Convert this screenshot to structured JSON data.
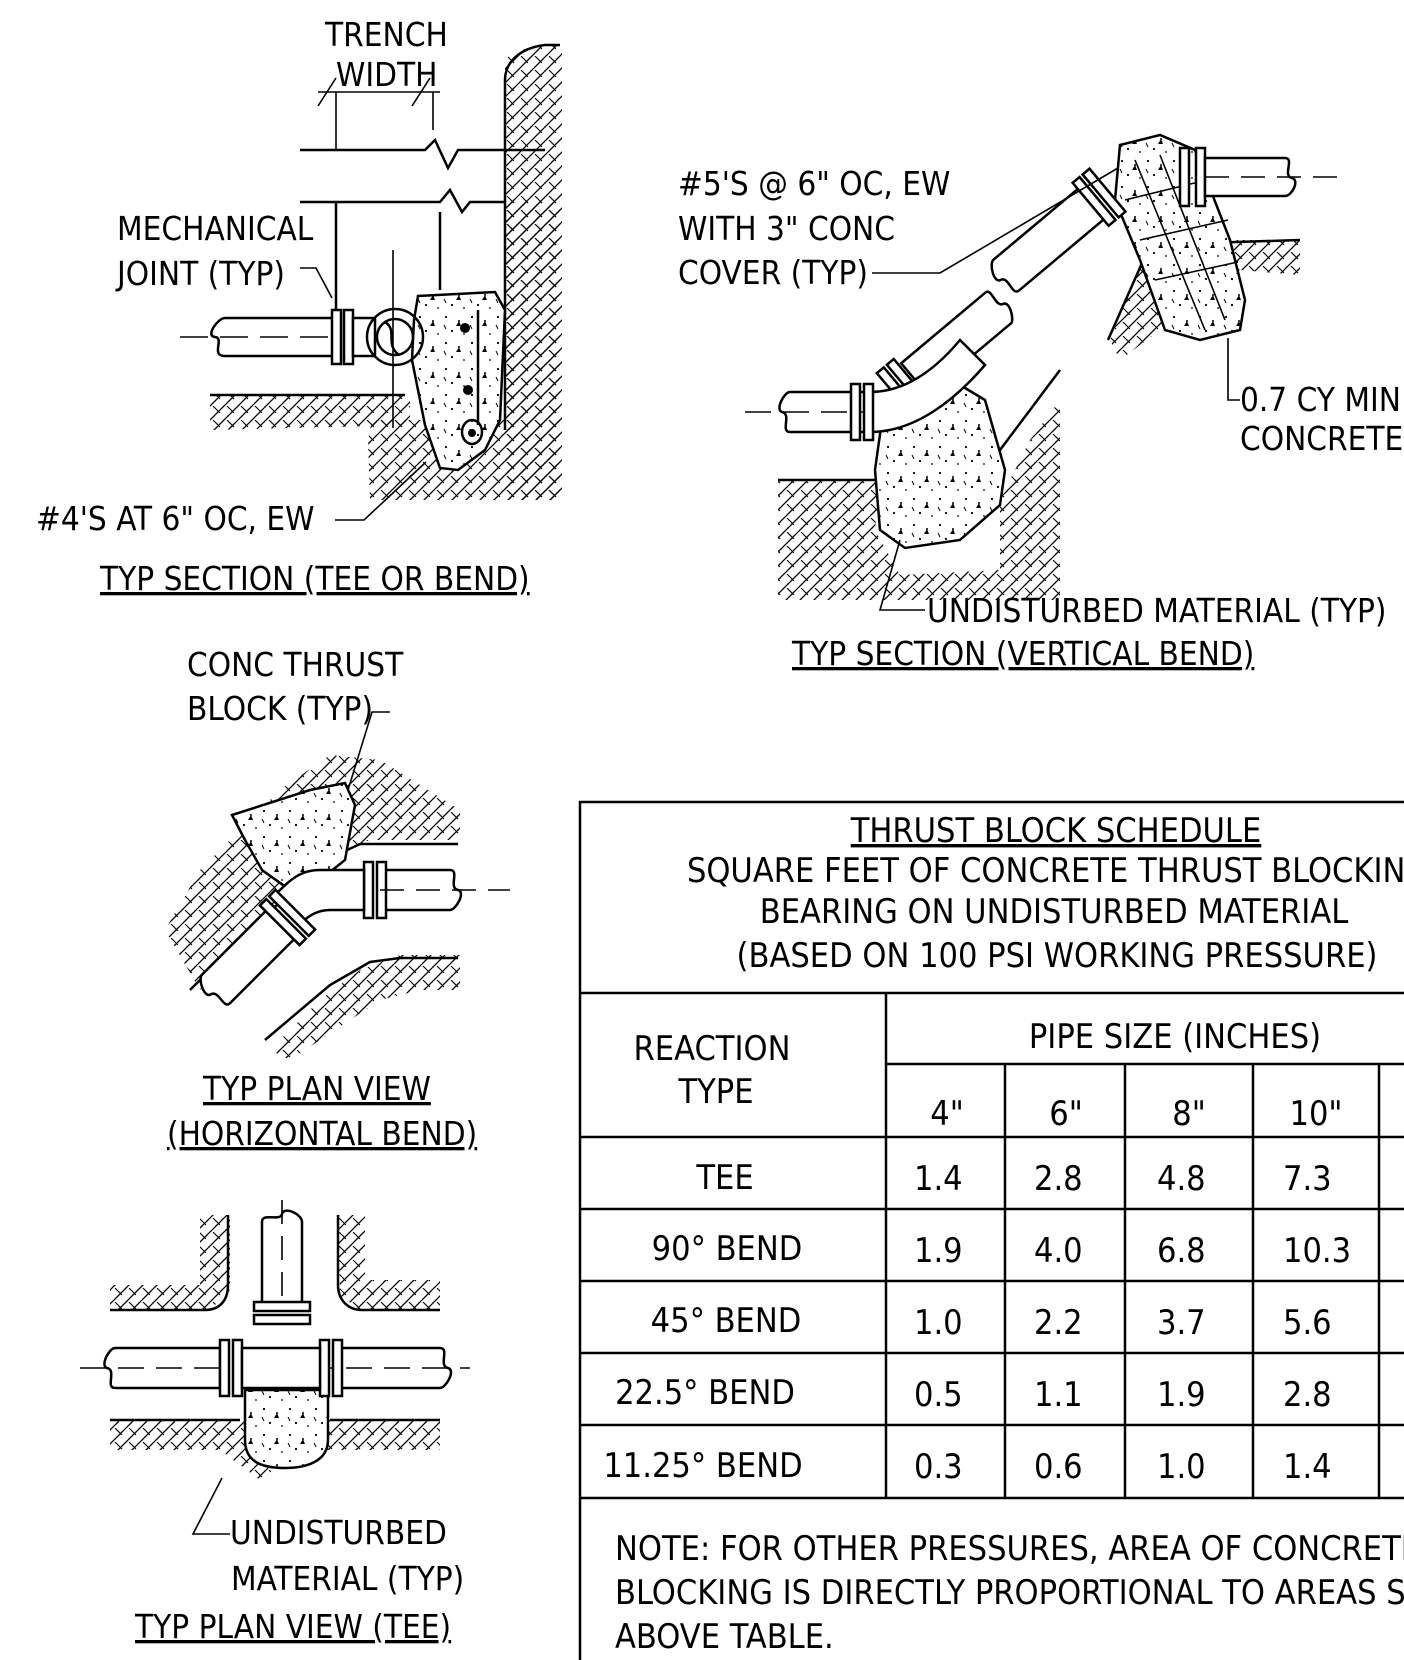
{
  "section_tee_bend": {
    "trench_width": [
      "TRENCH",
      "WIDTH"
    ],
    "mechanical_joint": [
      "MECHANICAL",
      "JOINT (TYP)"
    ],
    "rebar_note": "#4'S AT 6\" OC, EW",
    "title": "TYP SECTION (TEE OR BEND)"
  },
  "section_vertical_bend": {
    "rebar_note": [
      "#5'S @ 6\" OC, EW",
      "WITH 3\" CONC",
      "COVER (TYP)"
    ],
    "concrete_note": [
      "0.7 CY MIN",
      "CONCRETE"
    ],
    "undisturbed": "UNDISTURBED MATERIAL (TYP)",
    "title": "TYP SECTION (VERTICAL BEND)"
  },
  "plan_horizontal_bend": {
    "block_label": [
      "CONC THRUST",
      "BLOCK (TYP)"
    ],
    "title": [
      "TYP PLAN VIEW",
      "(HORIZONTAL BEND)"
    ]
  },
  "plan_tee": {
    "undisturbed": [
      "UNDISTURBED",
      "MATERIAL (TYP)"
    ],
    "title": "TYP PLAN VIEW (TEE)"
  },
  "schedule": {
    "title": "THRUST BLOCK SCHEDULE",
    "subtitle": [
      "SQUARE FEET OF CONCRETE THRUST BLOCKING",
      "BEARING ON UNDISTURBED MATERIAL",
      "(BASED ON 100 PSI WORKING PRESSURE)"
    ],
    "reaction_header": [
      "REACTION",
      "TYPE"
    ],
    "pipe_header": "PIPE SIZE (INCHES)",
    "sizes": [
      "4\"",
      "6\"",
      "8\"",
      "10\""
    ],
    "rows": [
      {
        "type": "TEE",
        "values": [
          "1.4",
          "2.8",
          "4.8",
          "7.3"
        ]
      },
      {
        "type": "90° BEND",
        "values": [
          "1.9",
          "4.0",
          "6.8",
          "10.3"
        ]
      },
      {
        "type": "45° BEND",
        "values": [
          "1.0",
          "2.2",
          "3.7",
          "5.6"
        ]
      },
      {
        "type": "22.5° BEND",
        "values": [
          "0.5",
          "1.1",
          "1.9",
          "2.8"
        ]
      },
      {
        "type": "11.25° BEND",
        "values": [
          "0.3",
          "0.6",
          "1.0",
          "1.4"
        ]
      }
    ],
    "note": [
      "NOTE: FOR OTHER PRESSURES, AREA OF CONCRETE THR",
      "BLOCKING IS DIRECTLY PROPORTIONAL TO AREAS SHOWN",
      "ABOVE TABLE."
    ]
  }
}
